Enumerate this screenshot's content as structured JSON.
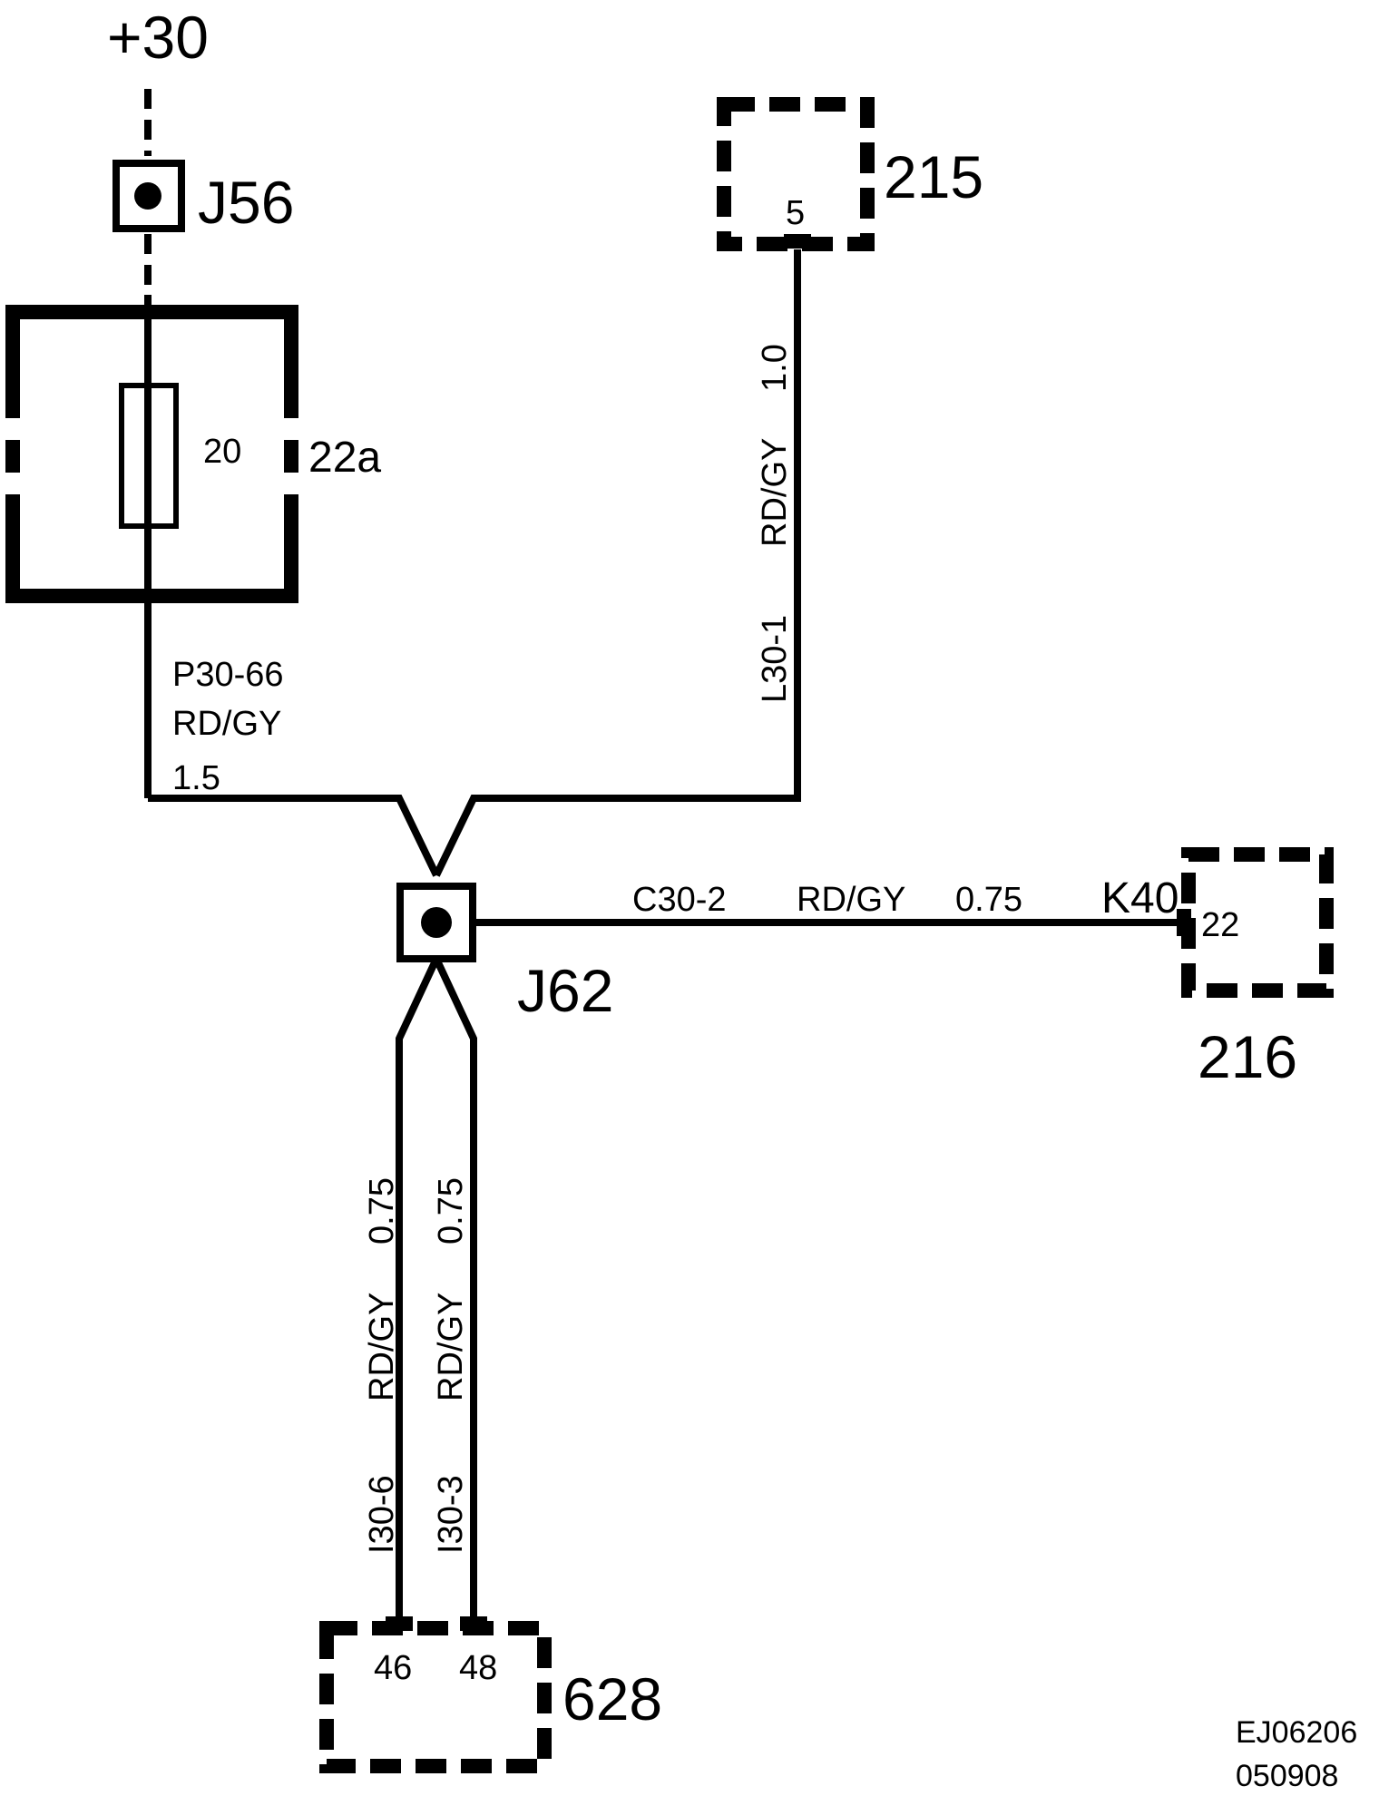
{
  "supply": {
    "label": "+30"
  },
  "junctions": {
    "j56": {
      "label": "J56"
    },
    "j62": {
      "label": "J62"
    }
  },
  "fuse": {
    "rating": "20",
    "label": "22a"
  },
  "connectors": {
    "c215": {
      "label": "215",
      "pin": "5"
    },
    "c216": {
      "label": "216",
      "pin": "22",
      "pin_prefix": "K40"
    },
    "c628": {
      "label": "628",
      "pins": [
        "46",
        "48"
      ]
    }
  },
  "wires": {
    "p30_66": {
      "id": "P30-66",
      "color": "RD/GY",
      "size": "1.5"
    },
    "l30_1": {
      "id": "L30-1",
      "color": "RD/GY",
      "size": "1.0"
    },
    "c30_2": {
      "id": "C30-2",
      "color": "RD/GY",
      "size": "0.75"
    },
    "i30_6": {
      "id": "I30-6",
      "color": "RD/GY",
      "size": "0.75"
    },
    "i30_3": {
      "id": "I30-3",
      "color": "RD/GY",
      "size": "0.75"
    }
  },
  "doc": {
    "code": "EJ06206",
    "date": "050908"
  }
}
